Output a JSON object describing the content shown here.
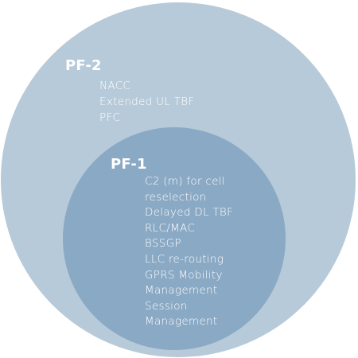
{
  "diagram": {
    "colors": {
      "outer_circle": "#b7cad9",
      "inner_circle": "#8aa9c4",
      "text": "#ffffff"
    },
    "outer": {
      "title": "PF-2",
      "items": [
        "NACC",
        "Extended UL TBF",
        "PFC"
      ]
    },
    "inner": {
      "title": "PF-1",
      "items": [
        "C2 (m) for cell",
        "reselection",
        "Delayed DL TBF",
        "RLC/MAC",
        "BSSGP",
        "LLC re-routing",
        "GPRS Mobility",
        "Management",
        "Session",
        "Management"
      ]
    }
  }
}
